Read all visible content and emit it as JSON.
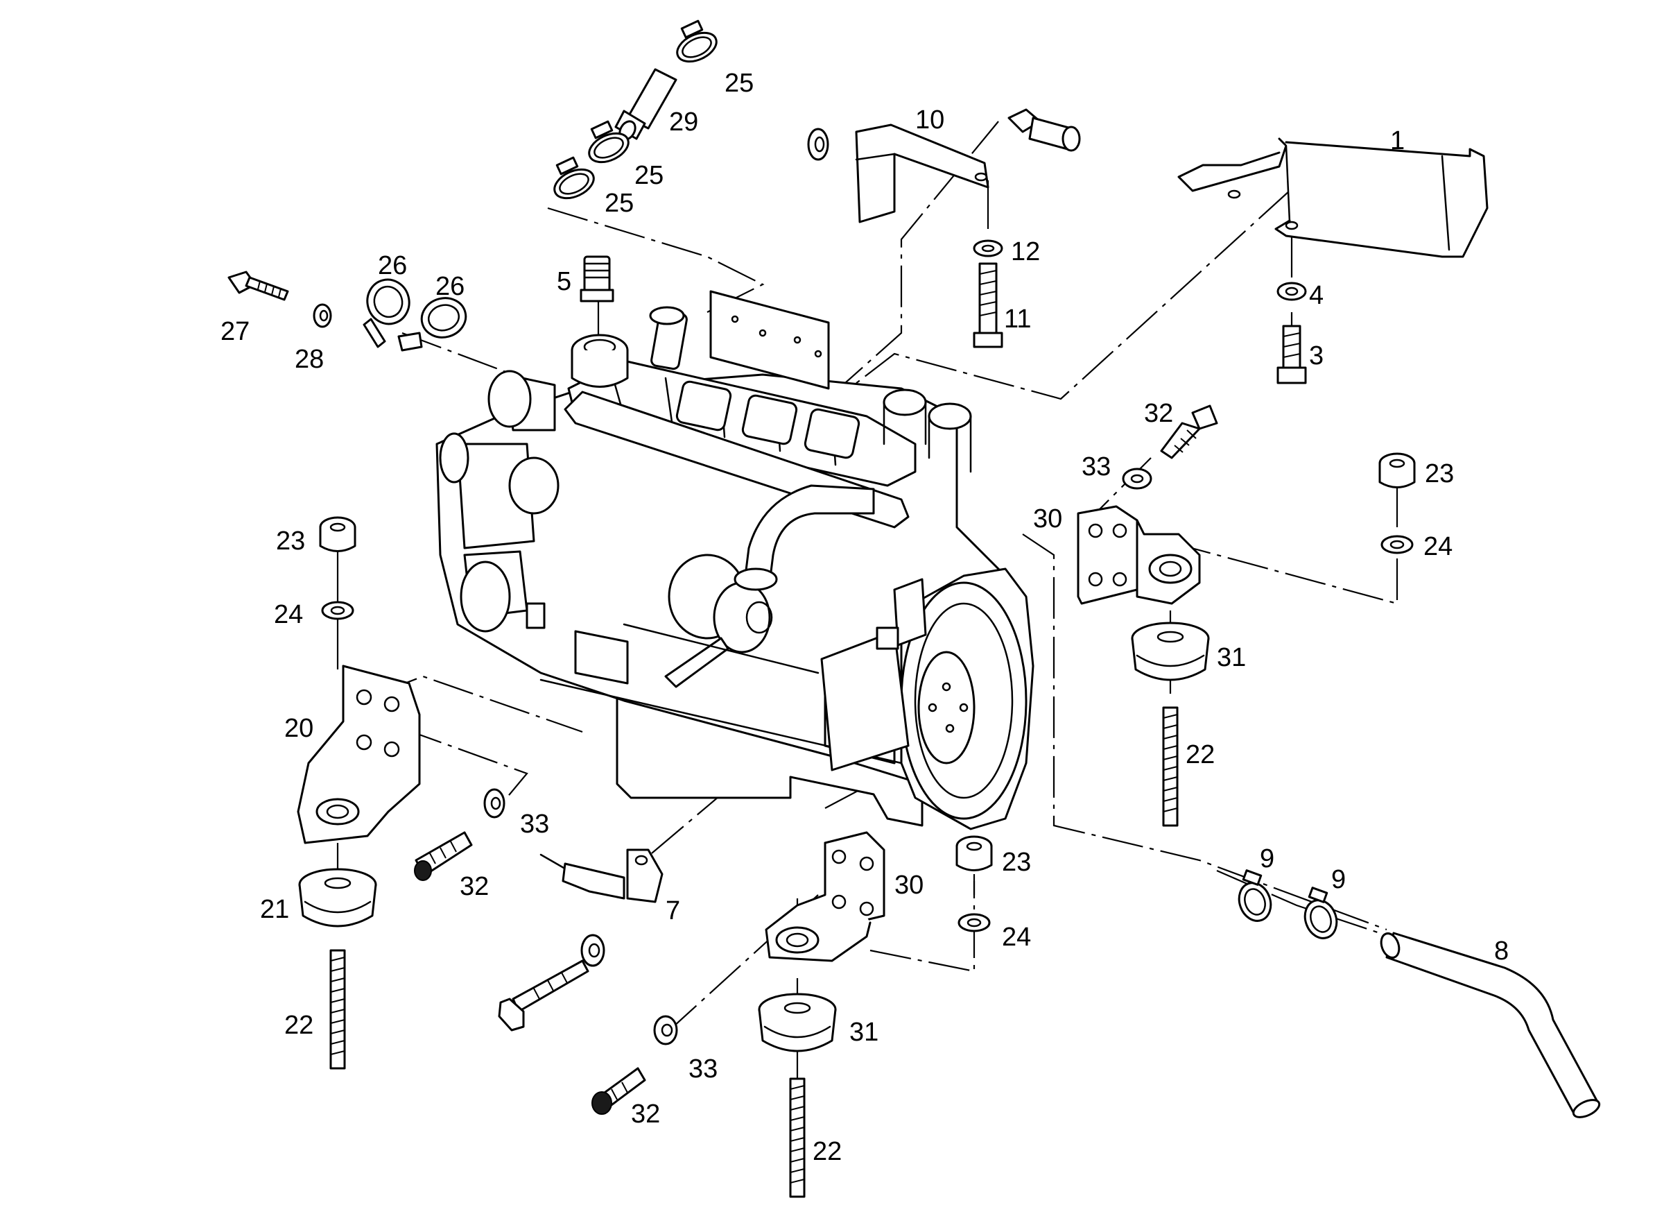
{
  "callouts": {
    "p1": "1",
    "p3": "3",
    "p4": "4",
    "p5": "5",
    "p7": "7",
    "p8": "8",
    "p9a": "9",
    "p9b": "9",
    "p10": "10",
    "p11": "11",
    "p12": "12",
    "p20": "20",
    "p21": "21",
    "p22a": "22",
    "p22b": "22",
    "p22c": "22",
    "p23a": "23",
    "p23b": "23",
    "p23c": "23",
    "p24a": "24",
    "p24b": "24",
    "p24c": "24",
    "p25a": "25",
    "p25b": "25",
    "p25c": "25",
    "p26a": "26",
    "p26b": "26",
    "p27": "27",
    "p28": "28",
    "p29": "29",
    "p30a": "30",
    "p30b": "30",
    "p31a": "31",
    "p31b": "31",
    "p32a": "32",
    "p32b": "32",
    "p32c": "32",
    "p33a": "33",
    "p33b": "33",
    "p33c": "33"
  }
}
